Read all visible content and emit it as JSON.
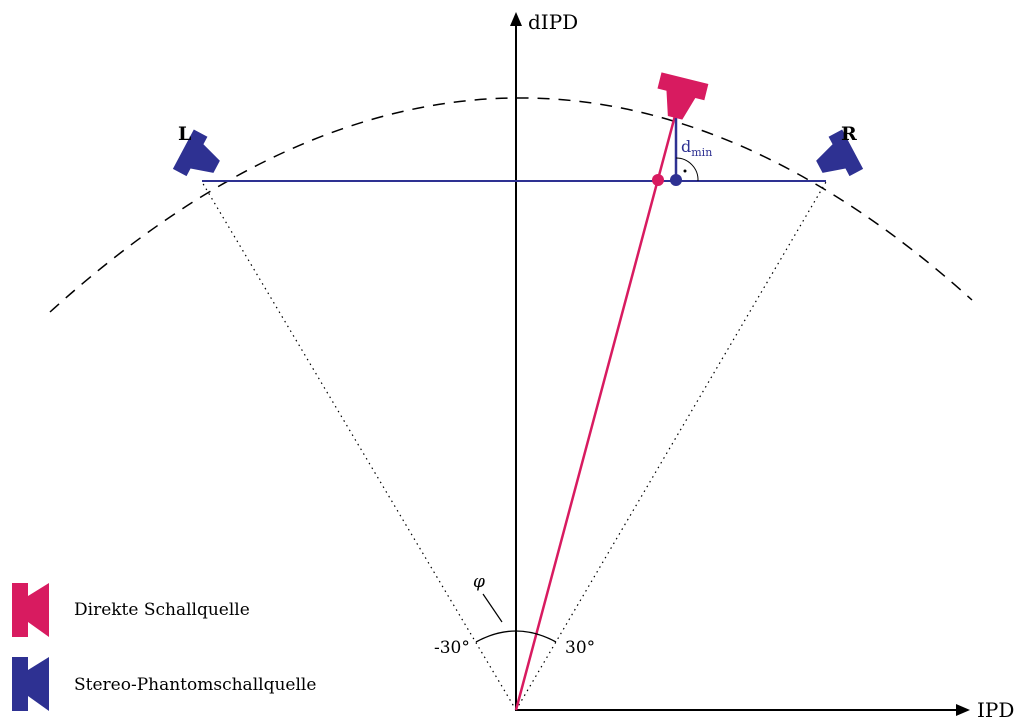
{
  "axes": {
    "y_label": "dIPD",
    "x_label": "IPD"
  },
  "speakers": {
    "left_label": "L",
    "right_label": "R"
  },
  "annotations": {
    "d_min_main": "d",
    "d_min_sub": "min",
    "phi": "φ",
    "angle_left": "-30°",
    "angle_right": "30°"
  },
  "legend": {
    "items": [
      {
        "label": "Direkte Schallquelle",
        "color": "#d81b60"
      },
      {
        "label": "Stereo-Phantomschallquelle",
        "color": "#2e3192"
      }
    ]
  },
  "colors": {
    "direct": "#d81b60",
    "phantom": "#2e3192",
    "axis": "#000000"
  }
}
